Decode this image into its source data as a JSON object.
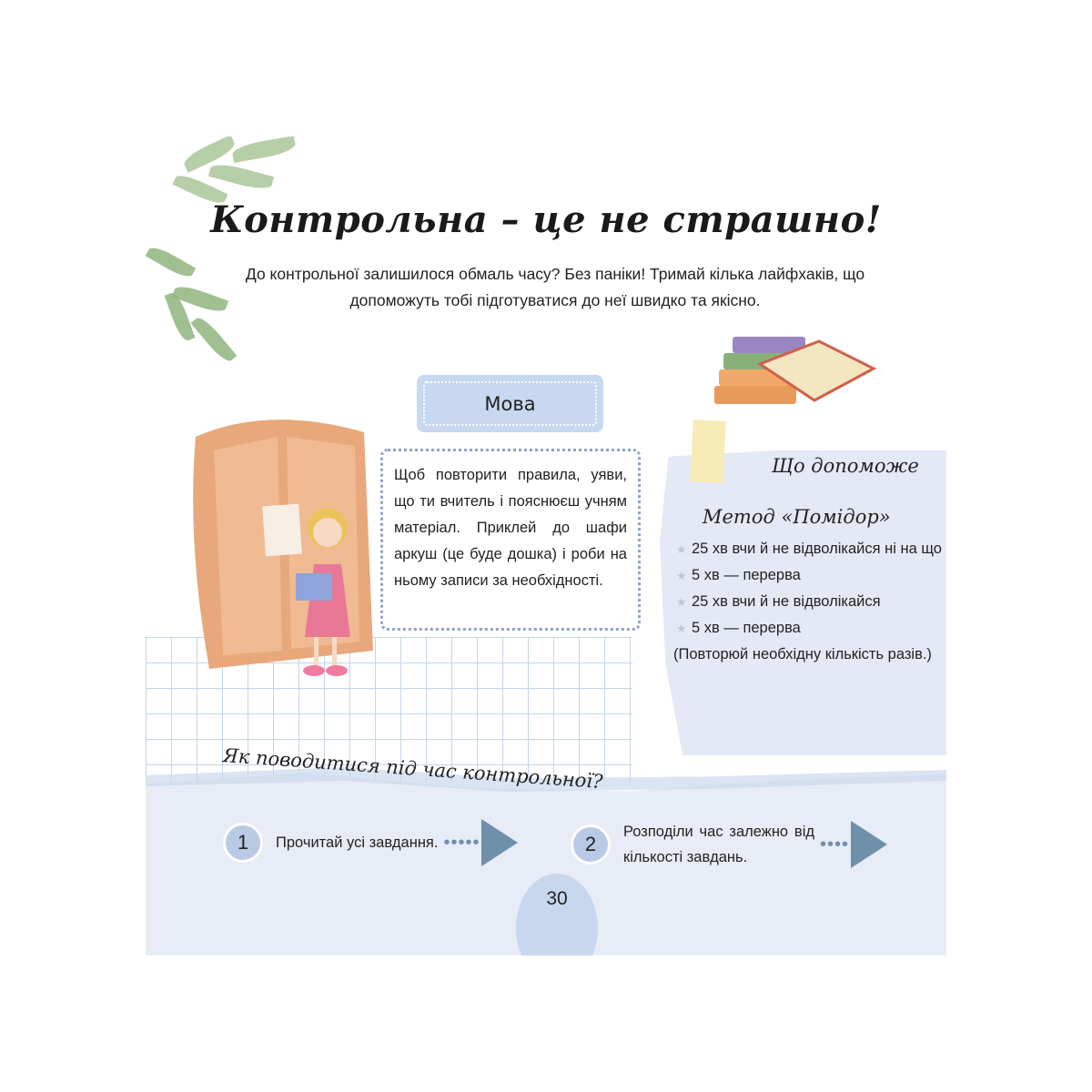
{
  "title": "Контрольна – це не страшно!",
  "intro": "До контрольної залишилося обмаль часу? Без паніки! Тримай кілька лайфхаків, що допоможуть тобі підготуватися до неї швидко та якісно.",
  "subject_label": "Мова",
  "tip_text": "Щоб повторити правила, уяви, що ти вчитель і пояснюєш учням матеріал. Приклей до шафи аркуш (це буде дошка) і роби на ньому записи за необхідності.",
  "help_panel": {
    "heading": "Що допоможе",
    "method_title": "Метод «Помідор»",
    "items": [
      "25 хв вчи й не відволікайся ні на що",
      "5 хв — перерва",
      "25 хв вчи й не відволікайся",
      "5 хв — перерва"
    ],
    "note": "(Повторюй необхідну кількість разів.)"
  },
  "question": "Як поводитися під час контрольної?",
  "steps": [
    {
      "number": "1",
      "text": "Прочитай усі завдання."
    },
    {
      "number": "2",
      "text": "Розподіли час залежно від кількості завдань."
    }
  ],
  "page_number": "30",
  "colors": {
    "accent_blue": "#c7d8f0",
    "panel_bg": "#e4e9f5",
    "arrow": "#6f8fab"
  }
}
